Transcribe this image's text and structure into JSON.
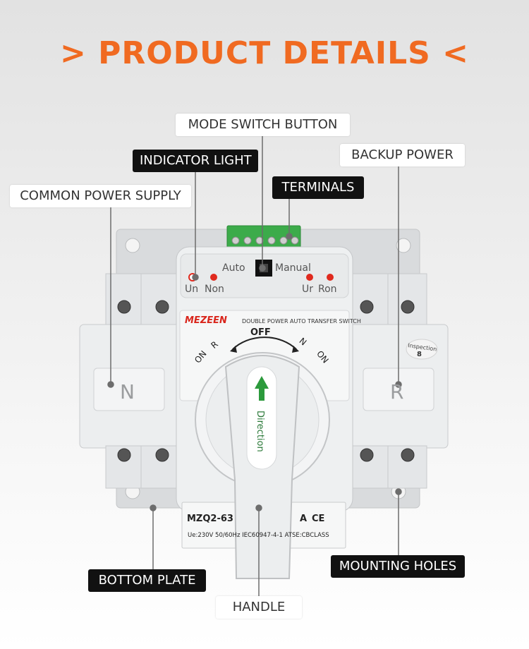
{
  "title": "> PRODUCT DETAILS <",
  "labels": {
    "mode_switch": "MODE SWITCH BUTTON",
    "indicator_light": "INDICATOR LIGHT",
    "backup_power": "BACKUP POWER",
    "terminals": "TERMINALS",
    "common_power": "COMMON POWER SUPPLY",
    "bottom_plate": "BOTTOM PLATE",
    "handle": "HANDLE",
    "mounting_holes": "MOUNTING HOLES"
  },
  "device": {
    "brand": "MEZEEN",
    "product_line": "DOUBLE POWER AUTO TRANSFER SWITCH",
    "mode_auto": "Auto",
    "mode_manual": "Manual",
    "led_un": "Un",
    "led_non": "Non",
    "led_ur": "Ur",
    "led_ron": "Ron",
    "dial_on_left": "ON",
    "dial_r": "R",
    "dial_off": "OFF",
    "dial_n": "N",
    "dial_on_right": "ON",
    "side_n": "N",
    "side_r": "R",
    "handle_text": "Direction",
    "model": "MZQ2-63",
    "model_suffix": "A",
    "ce": "CE",
    "spec": "Ue:230V  50/60Hz  IEC60947-4-1  ATSE:CBCLASS",
    "inspection_label": "Inspection",
    "inspection_number": "8"
  },
  "colors": {
    "title": "#f06a21",
    "brand": "#d9261c",
    "led": "#e02a1e",
    "terminal": "#3cab4a",
    "arrow": "#2c9a3c"
  }
}
